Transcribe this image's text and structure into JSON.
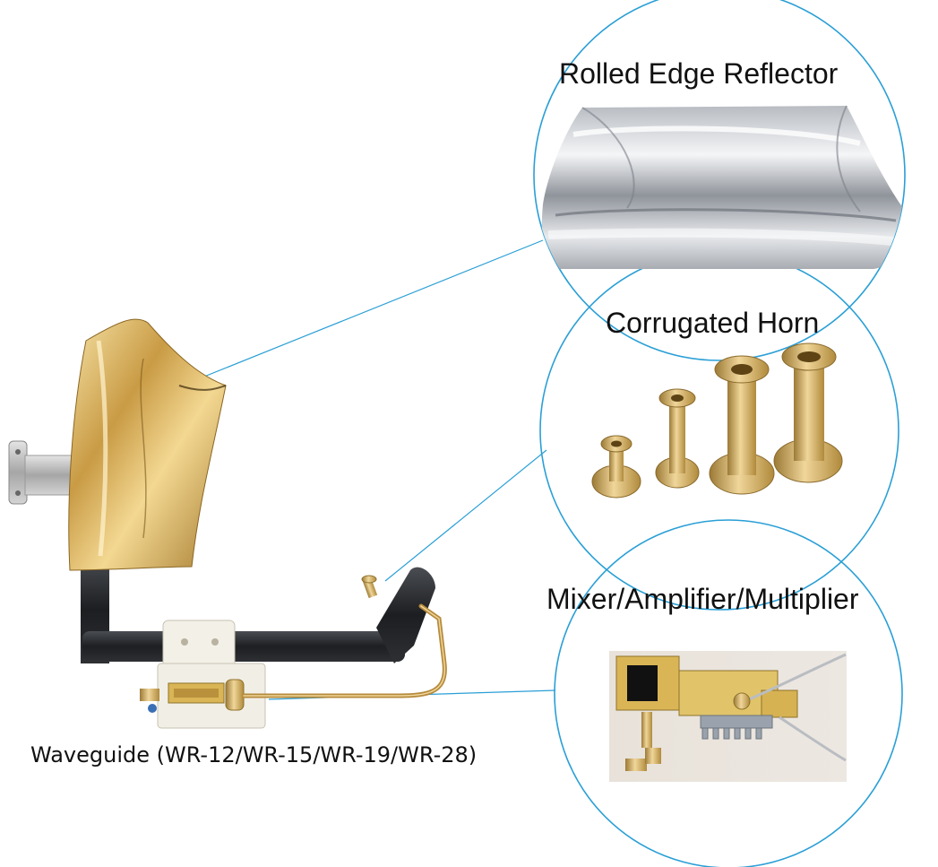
{
  "labels": {
    "reflector": "Rolled Edge Reflector",
    "horn": "Corrugated Horn",
    "mixer": "Mixer/Amplifier/Multiplier",
    "waveguide": "Waveguide (WR-12/WR-15/WR-19/WR-28)"
  },
  "colors": {
    "callout_line": "#2a9fd6",
    "gold": "#d8b262",
    "silver": "#c9ccd1",
    "arm": "#222428",
    "block": "#f1eee6"
  }
}
